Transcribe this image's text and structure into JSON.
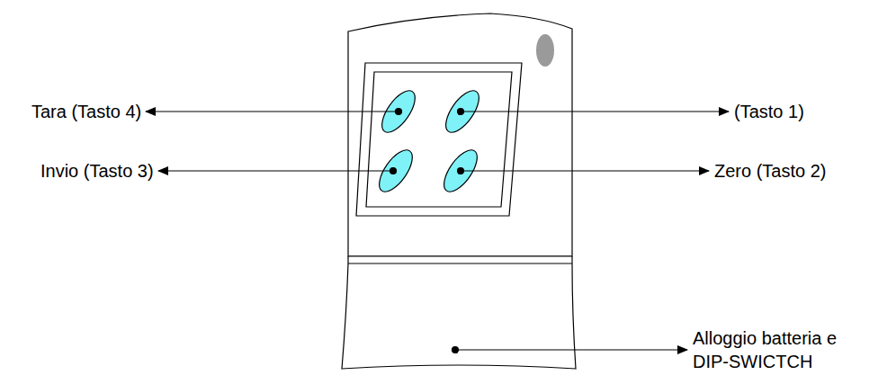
{
  "diagram": {
    "labels": [
      "Tara (Tasto 4)",
      "(Tasto 1)",
      "Invio (Tasto 3)",
      "Zero (Tasto 2)",
      "Alloggio batteria e DIP-SWICTCH"
    ]
  }
}
